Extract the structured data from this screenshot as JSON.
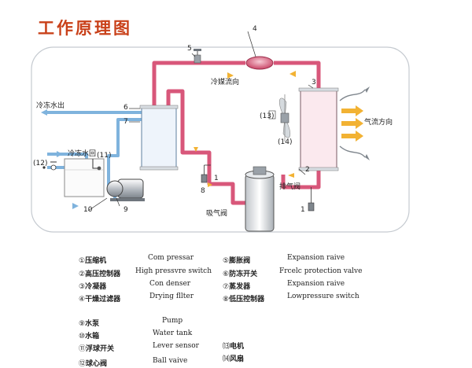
{
  "title": "工作原理图",
  "labels": {
    "chilled_water_out": "冷冻水出",
    "chilled_water_return": "冷冻水回",
    "refrigerant_flow": "冷媒流向",
    "airflow_direction": "气流方向",
    "exhaust_valve": "排气阀",
    "suction_valve": "吸气阀"
  },
  "markers": {
    "m1": "1",
    "m1b": "1",
    "m3": "3",
    "m4": "4",
    "m5": "5",
    "m6": "6",
    "m7": "7",
    "m8": "8",
    "m9": "9",
    "m10": "10",
    "m11": "(11)",
    "m12": "(12)",
    "m13": "(13)",
    "m14": "(14)",
    "m2": "2"
  },
  "legend": [
    {
      "num": "①",
      "cn": "压缩机",
      "en": "Com pressar"
    },
    {
      "num": "②",
      "cn": "高压控制器",
      "en": "High pressvre switch"
    },
    {
      "num": "③",
      "cn": "冷凝器",
      "en": "Con denser"
    },
    {
      "num": "④",
      "cn": "干燥过滤器",
      "en": "Drying fllter"
    },
    {
      "num": "⑤",
      "cn": "膨胀阀",
      "en": "Expansion raive"
    },
    {
      "num": "⑥",
      "cn": "防冻开关",
      "en": "Frcelc protection valve"
    },
    {
      "num": "⑦",
      "cn": "蒸发器",
      "en": "Expansion raive"
    },
    {
      "num": "⑧",
      "cn": "低压控制器",
      "en": "Lowpressure switch"
    },
    {
      "num": "⑨",
      "cn": "水泵",
      "en": "Pump"
    },
    {
      "num": "⑩",
      "cn": "水箱",
      "en": "Water tank"
    },
    {
      "num": "⑪",
      "cn": "浮球开关",
      "en": "Lever sensor"
    },
    {
      "num": "⑫",
      "cn": "球心阀",
      "en": "Ball vaive"
    },
    {
      "num": "⒀",
      "cn": "电机",
      "en": ""
    },
    {
      "num": "⒁",
      "cn": "风扇",
      "en": ""
    }
  ],
  "colors": {
    "title": "#c9411a",
    "refrigerant_pipe": "#d8577a",
    "water_pipe": "#7fb3dd",
    "condenser": "#d8577a",
    "evaporator": "#8fb8e0",
    "arrow": "#f2b233"
  }
}
